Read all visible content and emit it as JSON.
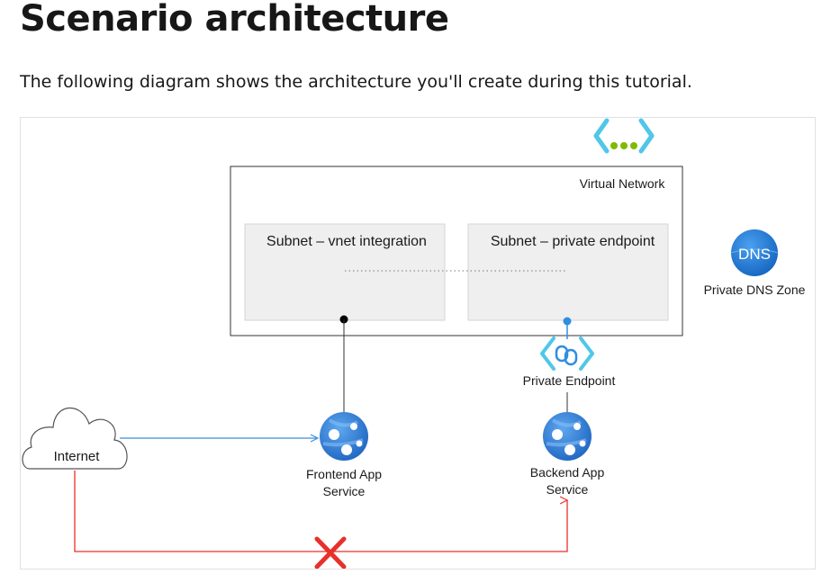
{
  "page": {
    "title": "Scenario architecture",
    "intro": "The following diagram shows the architecture you'll create during this tutorial."
  },
  "diagram": {
    "virtual_network": {
      "label": "Virtual Network",
      "icon": "virtual-network-icon"
    },
    "subnet_vnet_integration": {
      "label": "Subnet – vnet integration"
    },
    "subnet_private_endpoint": {
      "label": "Subnet – private endpoint"
    },
    "dns_zone": {
      "label": "Private DNS Zone",
      "icon_text": "DNS",
      "icon": "dns-zone-icon"
    },
    "private_endpoint": {
      "label": "Private Endpoint",
      "icon": "private-endpoint-icon"
    },
    "internet": {
      "label": "Internet",
      "icon": "cloud-icon"
    },
    "frontend_app": {
      "label_line1": "Frontend App",
      "label_line2": "Service",
      "icon": "app-service-icon"
    },
    "backend_app": {
      "label_line1": "Backend App",
      "label_line2": "Service",
      "icon": "app-service-icon"
    },
    "colors": {
      "app_service_blue": "#2c7bd6",
      "vnet_green": "#7fba00",
      "vnet_blue": "#50c7e8",
      "endpoint_blue": "#2f8ee0",
      "blocked_red": "#e8302a",
      "arrow_blue": "#3b8ed8"
    }
  }
}
